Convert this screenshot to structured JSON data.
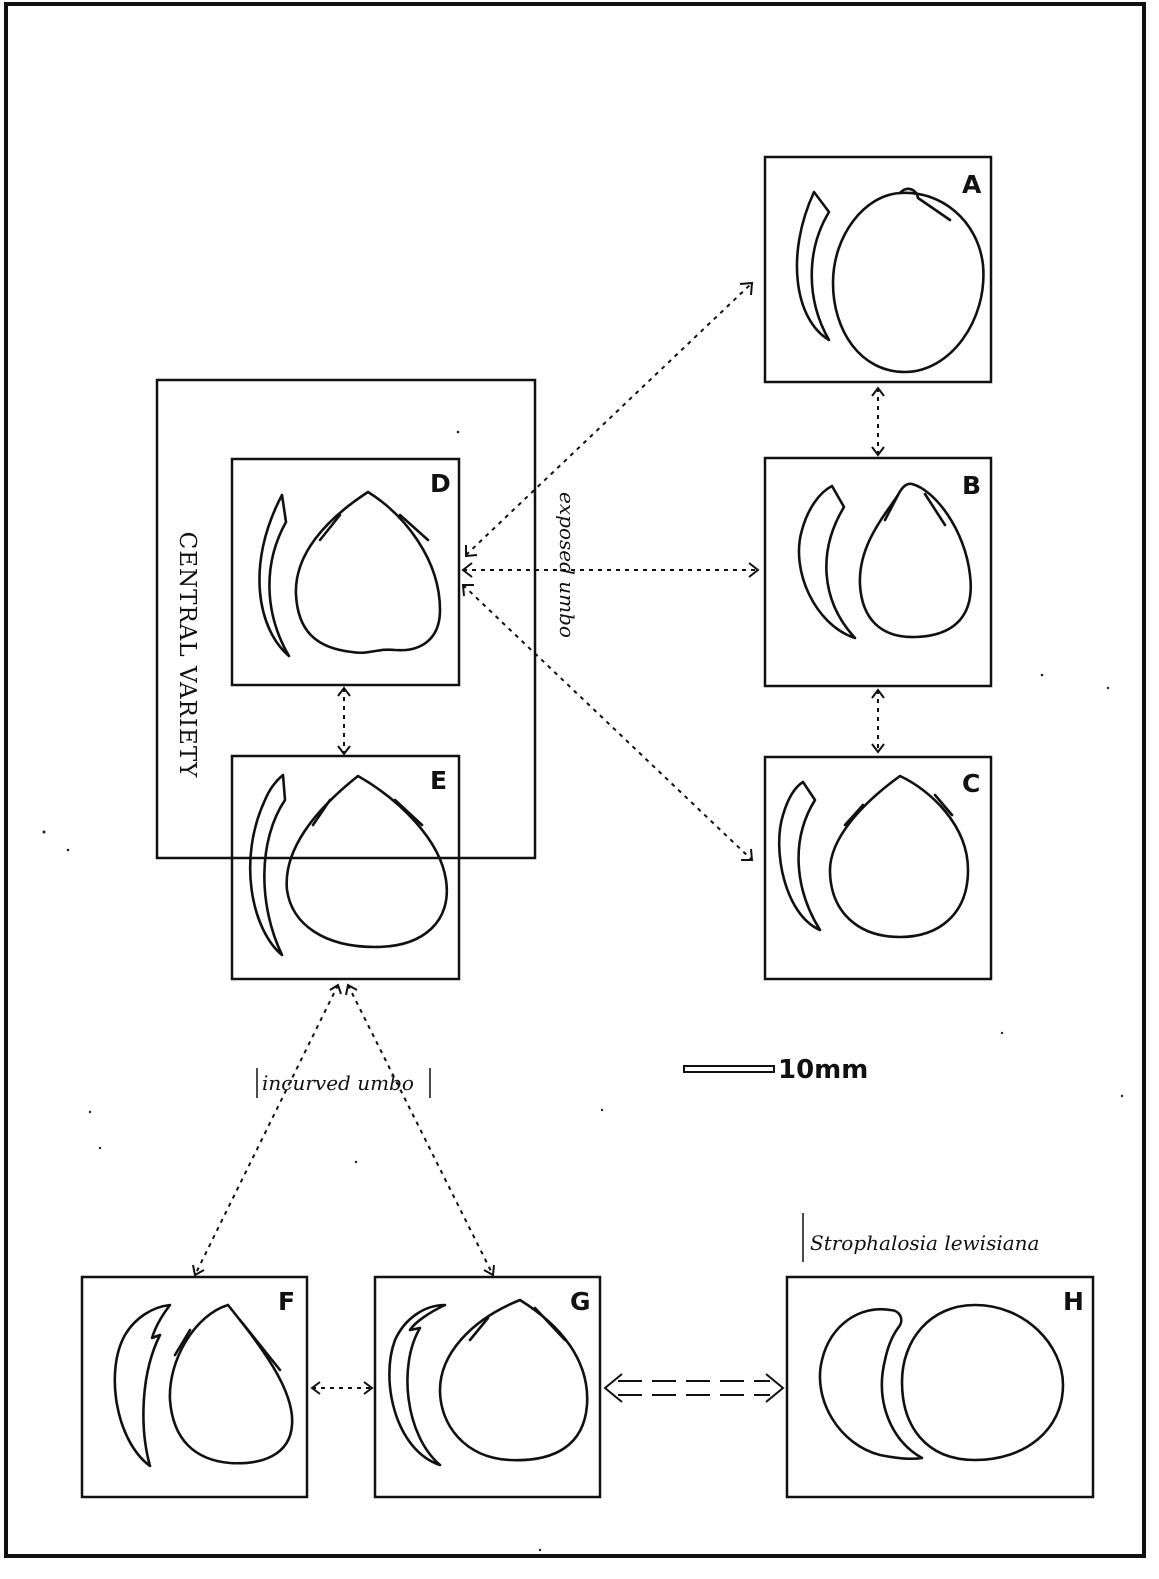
{
  "labels": {
    "A": "A",
    "B": "B",
    "C": "C",
    "D": "D",
    "E": "E",
    "F": "F",
    "G": "G",
    "H": "H"
  },
  "group_label": "CENTRAL VARIETY",
  "relations": {
    "exposed": "exposed umbo",
    "incurved": "incurved umbo"
  },
  "species_label": "Strophalosia lewisiana",
  "scale_bar": {
    "label": "10mm"
  }
}
